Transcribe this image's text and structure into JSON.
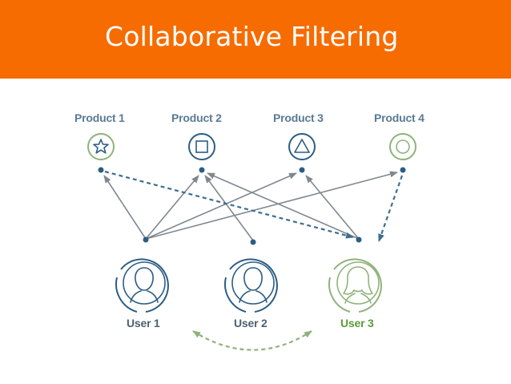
{
  "slide": {
    "title": "Collaborative Filtering"
  },
  "products": [
    {
      "label": "Product 1",
      "icon": "star-icon"
    },
    {
      "label": "Product 2",
      "icon": "square-icon"
    },
    {
      "label": "Product 3",
      "icon": "triangle-icon"
    },
    {
      "label": "Product 4",
      "icon": "circle-icon"
    }
  ],
  "users": [
    {
      "label": "User 1",
      "icon": "male-user-icon"
    },
    {
      "label": "User 2",
      "icon": "male-user-icon"
    },
    {
      "label": "User 3",
      "icon": "female-user-icon"
    }
  ],
  "colors": {
    "header": "#f66c00",
    "product_text": "#5a7b95",
    "node": "#2c5d84",
    "arrow": "#7f8890",
    "recommendation": "#3d6e92",
    "green": "#8fb27a",
    "user_text": "#4e6071"
  }
}
